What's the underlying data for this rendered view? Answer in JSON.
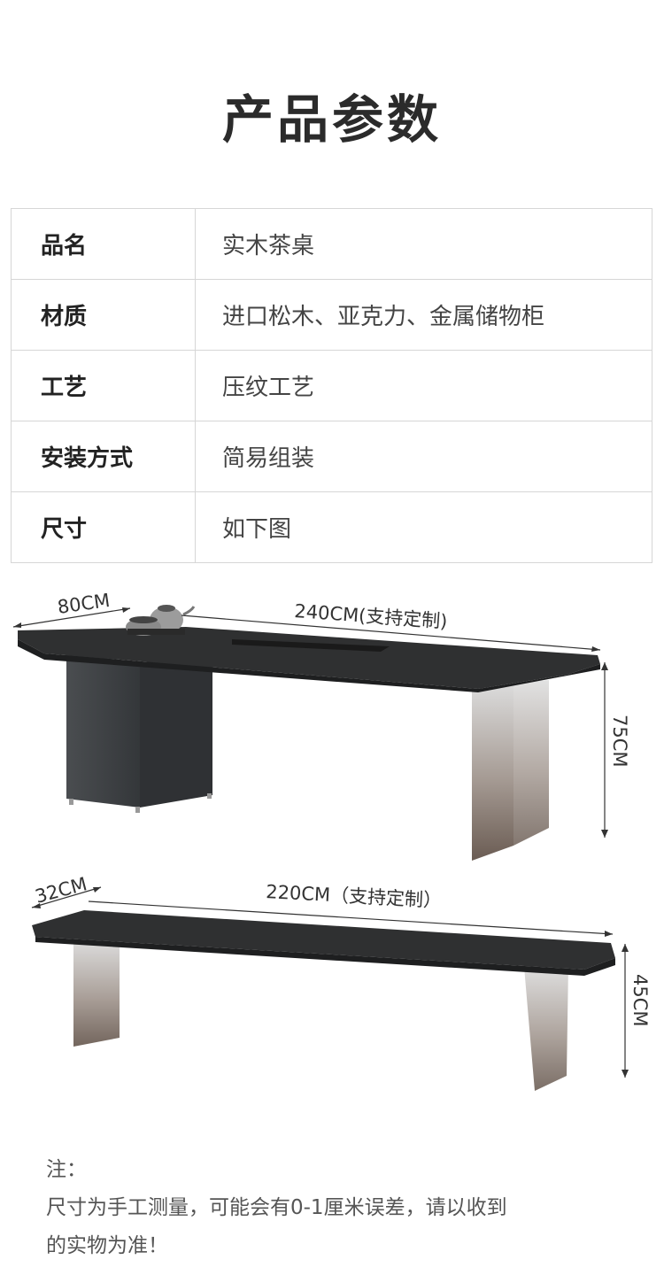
{
  "page": {
    "title": "产品参数"
  },
  "specs": [
    {
      "key": "品名",
      "value": "实木茶桌"
    },
    {
      "key": "材质",
      "value": "进口松木、亚克力、金属储物柜"
    },
    {
      "key": "工艺",
      "value": "压纹工艺"
    },
    {
      "key": "安装方式",
      "value": "简易组装"
    },
    {
      "key": "尺寸",
      "value": "如下图"
    }
  ],
  "dimensions": {
    "table": {
      "depth": "80CM",
      "length": "240CM(支持定制)",
      "height": "75CM"
    },
    "bench": {
      "depth": "32CM",
      "length": "220CM（支持定制）",
      "height": "45CM"
    }
  },
  "note": {
    "label": "注：",
    "line1": "尺寸为手工测量，可能会有0-1厘米误差，请以收到",
    "line2": "的实物为准！"
  },
  "colors": {
    "tabletop": "#2f3031",
    "cabinet": "#3c3f42",
    "acrylic": "#6b5a50",
    "border": "#d6d6d6"
  }
}
